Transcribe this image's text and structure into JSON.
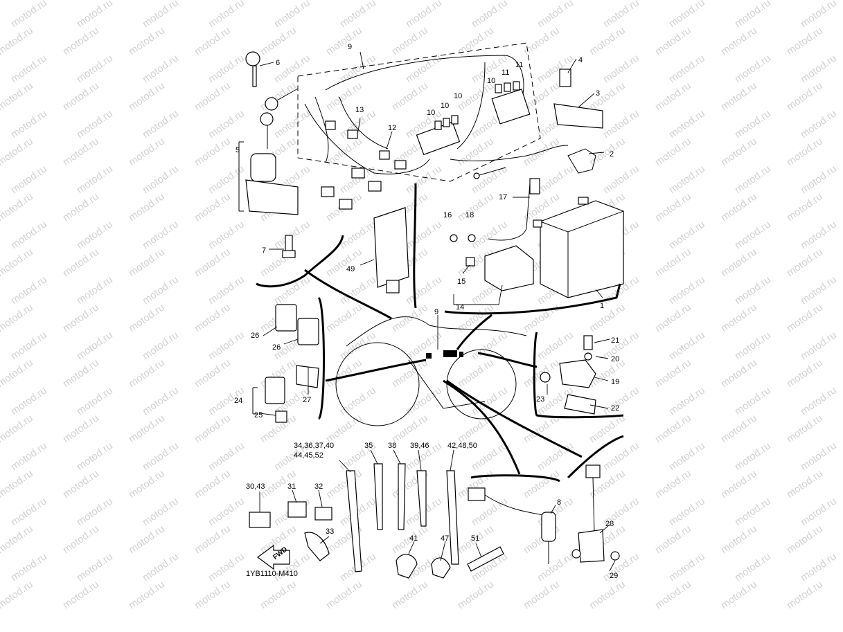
{
  "watermark": {
    "text": "motod.ru",
    "color": "#d2d2d2"
  },
  "diagram_code": "1YB1110-M410",
  "fwd_arrow": {
    "text": "FWD"
  },
  "callouts": {
    "c1": "1",
    "c2": "2",
    "c3": "3",
    "c4": "4",
    "c5": "5",
    "c6": "6",
    "c7": "7",
    "c8": "8",
    "c9_top": "9",
    "c9_mid": "9",
    "c10a": "10",
    "c10b": "10",
    "c10c": "10",
    "c10d": "10",
    "c11a": "11",
    "c11b": "11",
    "c12": "12",
    "c13": "13",
    "c14": "14",
    "c15": "15",
    "c16": "16",
    "c17": "17",
    "c18": "18",
    "c19": "19",
    "c20": "20",
    "c21": "21",
    "c22": "22",
    "c23": "23",
    "c24": "24",
    "c25": "25",
    "c26a": "26",
    "c26b": "26",
    "c27": "27",
    "c28": "28",
    "c29": "29",
    "c30_43": "30,43",
    "c31": "31",
    "c32": "32",
    "c33": "33",
    "c34_line1": "34,36,37,40",
    "c34_line2": "44,45,52",
    "c35": "35",
    "c38": "38",
    "c39_46": "39,46",
    "c42_line1": "42,48,50",
    "c41": "41",
    "c47": "47",
    "c49": "49",
    "c51": "51"
  }
}
